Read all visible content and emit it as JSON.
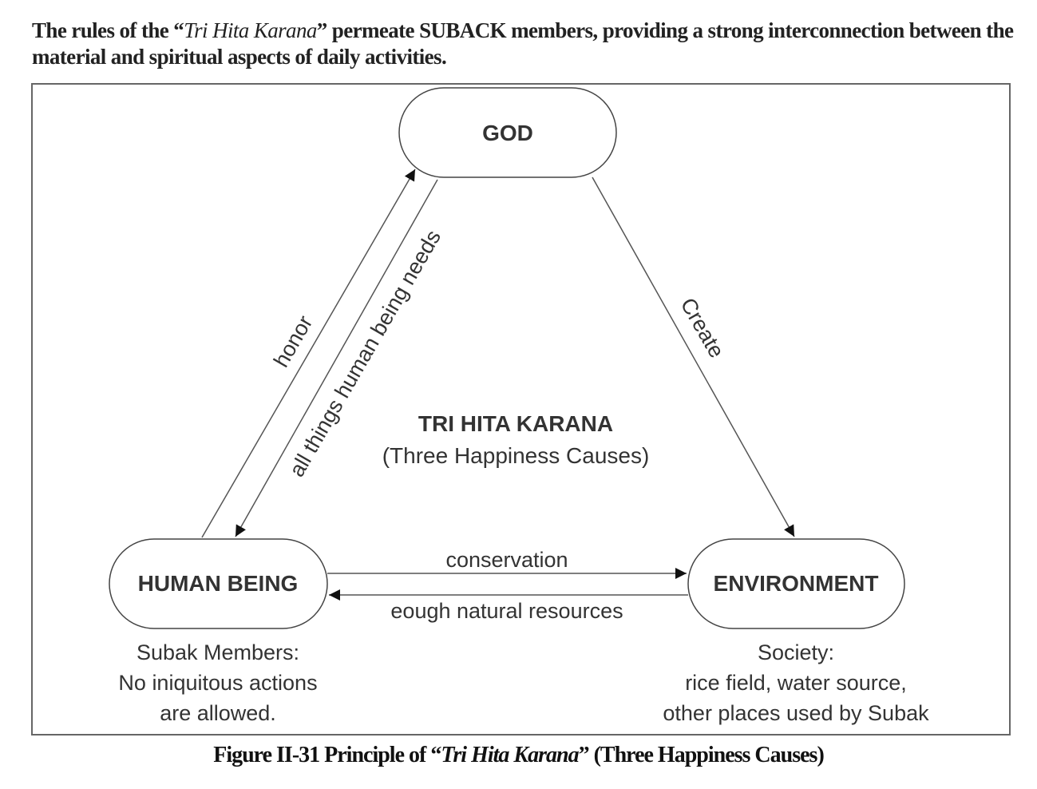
{
  "intro": {
    "before": "The rules of the “",
    "italic": "Tri Hita Karana",
    "after": "” permeate SUBACK members, providing a strong interconnection between the material and spiritual aspects of daily activities."
  },
  "diagram": {
    "nodes": {
      "god": "GOD",
      "human": "HUMAN BEING",
      "environment": "ENVIRONMENT"
    },
    "edges": {
      "honor": "honor",
      "needs": "all things human being needs",
      "create": "Create",
      "conservation": "conservation",
      "resources": "eough natural resources"
    },
    "center": {
      "title": "TRI HITA KARANA",
      "subtitle": "(Three Happiness Causes)"
    },
    "human_note": [
      "Subak Members:",
      "No iniquitous actions",
      "are allowed."
    ],
    "environment_note": [
      "Society:",
      "rice field, water source,",
      "other places used by Subak"
    ]
  },
  "caption": {
    "before": "Figure II-31 Principle of “",
    "italic": "Tri Hita Karana",
    "after": "” (Three Happiness Causes)"
  }
}
